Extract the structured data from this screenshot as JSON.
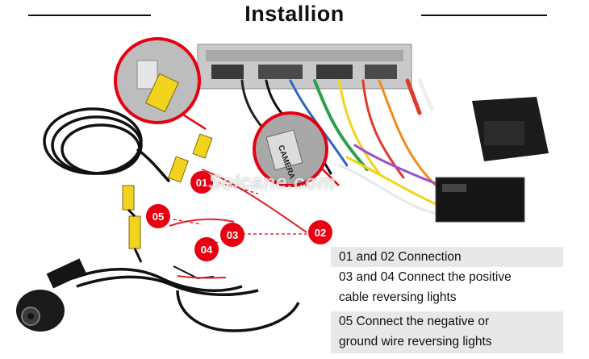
{
  "header": {
    "title": "Installion"
  },
  "watermark": "Seicane.com",
  "inset_label": "CAMERA",
  "callouts": [
    {
      "id": "01"
    },
    {
      "id": "02"
    },
    {
      "id": "03"
    },
    {
      "id": "04"
    },
    {
      "id": "05"
    }
  ],
  "legend": [
    {
      "lines": [
        "01 and 02 Connection"
      ]
    },
    {
      "lines": [
        "03 and 04 Connect the positive",
        "cable reversing lights"
      ]
    },
    {
      "lines": [
        "05 Connect the negative or",
        "ground wire reversing lights"
      ]
    }
  ],
  "colors": {
    "callout": "#e60012",
    "wire_red": "#e0202a",
    "rca_yellow": "#f2d41f",
    "legend_bg": "#e8e8e8"
  }
}
